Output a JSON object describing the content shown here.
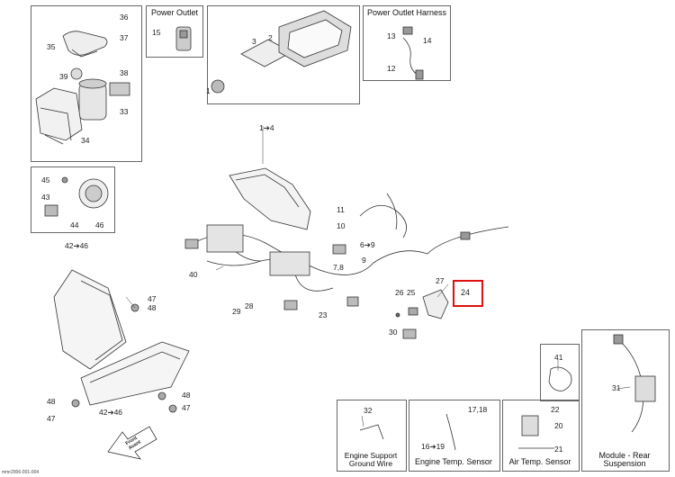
{
  "boxes": {
    "power_outlet": "Power Outlet",
    "power_outlet_harness": "Power Outlet Harness",
    "engine_support_ground_wire": "Engine Support Ground Wire",
    "engine_temp_sensor": "Engine Temp. Sensor",
    "air_temp_sensor": "Air Temp. Sensor",
    "module_rear_suspension": "Module - Rear Suspension"
  },
  "callouts": {
    "c36": "36",
    "c37": "37",
    "c35": "35",
    "c38": "38",
    "c39": "39",
    "c33": "33",
    "c34": "34",
    "c15": "15",
    "c2": "2",
    "c3": "3",
    "c1": "1",
    "c13": "13",
    "c14": "14",
    "c12": "12",
    "c1to4": "1➔4",
    "c45": "45",
    "c43": "43",
    "c44": "44",
    "c46": "46",
    "c42to46a": "42➔46",
    "c40": "40",
    "c11": "11",
    "c10": "10",
    "c6to9": "6➔9",
    "c78": "7,8",
    "c9": "9",
    "c47a": "47",
    "c48a": "48",
    "c29": "29",
    "c28": "28",
    "c23": "23",
    "c26": "26",
    "c25": "25",
    "c27": "27",
    "c24": "24",
    "c30": "30",
    "c41": "41",
    "c31": "31",
    "c48b": "48",
    "c48c": "48",
    "c47b": "47",
    "c42to46b": "42➔46",
    "c47c": "47",
    "c32": "32",
    "c1718": "17,18",
    "c16to19": "16➔19",
    "c22": "22",
    "c20": "20",
    "c21": "21"
  },
  "front_arrow": "Front Avant",
  "figure_id": "mmr2006-001-004"
}
